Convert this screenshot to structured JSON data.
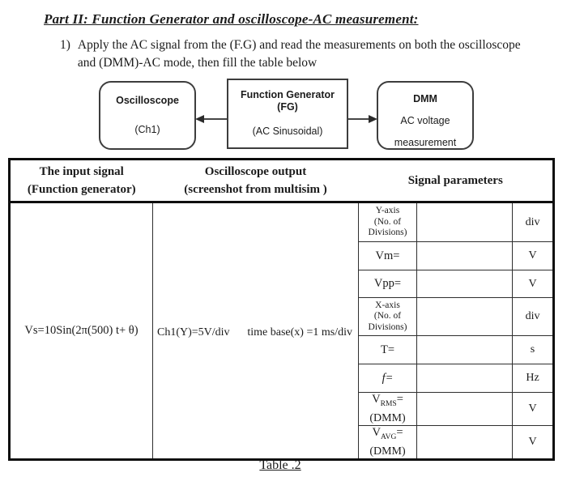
{
  "title": "Part II: Function Generator and oscilloscope-AC measurement:",
  "instruction": {
    "number": "1)",
    "line1": "Apply the AC signal  from the (F.G) and read the measurements on both the oscilloscope",
    "line2": "and (DMM)-AC mode, then fill the table below"
  },
  "diagram": {
    "oscilloscope": {
      "title": "Oscilloscope",
      "subtitle": "(Ch1)"
    },
    "function_generator": {
      "title": "Function Generator",
      "title2": "(FG)",
      "subtitle": "(AC Sinusoidal)"
    },
    "dmm": {
      "title": "DMM",
      "line1": "AC voltage",
      "line2": "measurement"
    },
    "connectors": [
      "fg-to-oscilloscope-arrow",
      "fg-to-dmm-arrow"
    ]
  },
  "table": {
    "header": {
      "col1_line1": "The input signal",
      "col1_line2": "(Function generator)",
      "col2_line1": "Oscilloscope output",
      "col2_line2": "(screenshot from multisim )",
      "col3": "Signal parameters"
    },
    "input_signal": "Vs=10Sin(2π(500) t+ θ)",
    "scope_settings": {
      "ch1": "Ch1(Y)=5V/div",
      "timebase": "time base(x) =1 ms/div"
    },
    "params": {
      "rows": [
        {
          "label_lines": [
            "Y-axis",
            "(No. of",
            "Divisions)"
          ],
          "value": "",
          "unit": "div"
        },
        {
          "label": "Vm=",
          "value": "",
          "unit": "V"
        },
        {
          "label": "Vpp=",
          "value": "",
          "unit": "V"
        },
        {
          "label_lines": [
            "X-axis",
            "(No. of",
            "Divisions)"
          ],
          "value": "",
          "unit": "div"
        },
        {
          "label": "T=",
          "value": "",
          "unit": "s"
        },
        {
          "label": "f=",
          "value": "",
          "unit": "Hz"
        },
        {
          "pre": "V",
          "sub": "RMS",
          "post": "=",
          "line2": "(DMM)",
          "value": "",
          "unit": "V"
        },
        {
          "pre": "V",
          "sub": "AVG",
          "post": "=",
          "line2": "(DMM)",
          "value": "",
          "unit": "V"
        }
      ]
    },
    "caption": "Table .2"
  },
  "colors": {
    "text": "#1b1b1b",
    "table_frame": "#0e0e0e",
    "grid_line": "#2e2e2e",
    "background": "#ffffff"
  }
}
